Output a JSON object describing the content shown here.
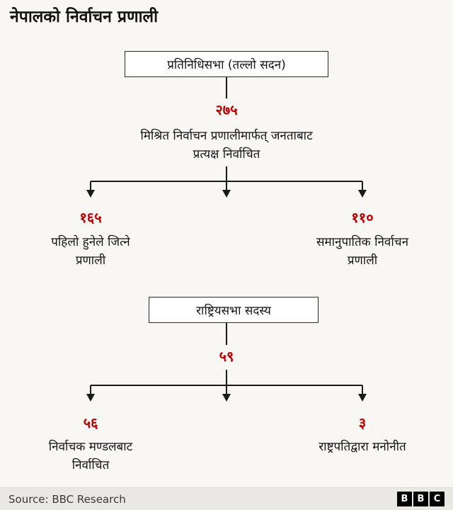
{
  "page": {
    "title": "नेपालको निर्वाचन प्रणाली"
  },
  "colors": {
    "accent_red": "#b80000",
    "line": "#1a1a1a",
    "background": "#f8f7f4",
    "footer_bar": "#e9e8e4"
  },
  "diagram1": {
    "root_label": "प्रतिनिधिसभा (तल्लो सदन)",
    "total": "२७५",
    "description": "मिश्रित निर्वाचन प्रणालीमार्फत् जनताबाट\nप्रत्यक्ष निर्वाचित",
    "left": {
      "value": "१६५",
      "label": "पहिलो हुनेले जित्ने\nप्रणाली"
    },
    "right": {
      "value": "११०",
      "label": "समानुपातिक निर्वाचन\nप्रणाली"
    }
  },
  "diagram2": {
    "root_label": "राष्ट्रियसभा सदस्य",
    "total": "५९",
    "left": {
      "value": "५६",
      "label": "निर्वाचक मण्डलबाट\nनिर्वाचित"
    },
    "right": {
      "value": "३",
      "label": "राष्ट्रपतिद्वारा मनोनीत"
    }
  },
  "footer": {
    "source": "Source: BBC Research",
    "logo_letters": [
      "B",
      "B",
      "C"
    ]
  }
}
